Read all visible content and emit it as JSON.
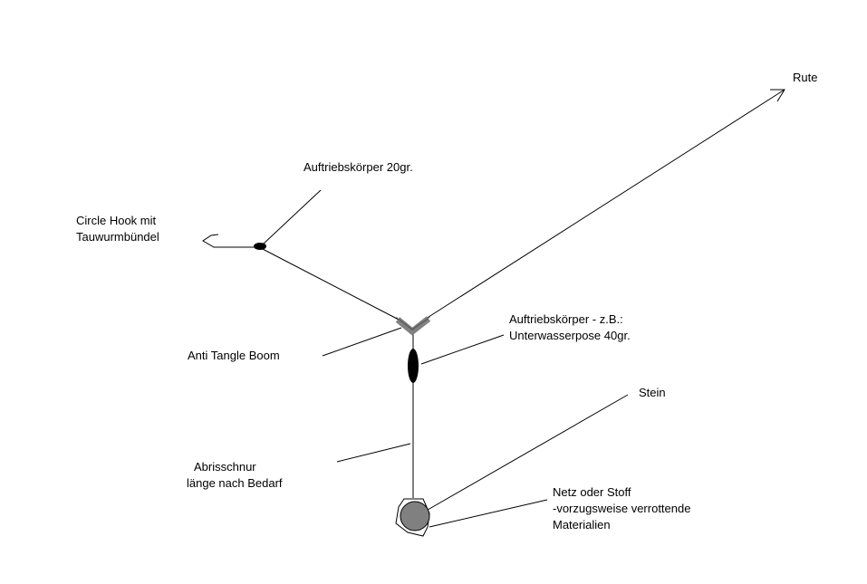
{
  "labels": {
    "rute": "Rute",
    "float_small": "Auftriebskörper 20gr.",
    "hook_line1": "Circle Hook mit",
    "hook_line2": "Tauwurmbündel",
    "float_big_line1": "Auftriebskörper - z.B.:",
    "float_big_line2": "Unterwasserpose 40gr.",
    "boom": "Anti Tangle Boom",
    "stein": "Stein",
    "abriss_line1": "Abrisschnur",
    "abriss_line2": "länge nach Bedarf",
    "netz_line1": "Netz oder Stoff",
    "netz_line2": "-vorzugsweise verrottende",
    "netz_line3": "Materialien"
  },
  "colors": {
    "boom": "#808080",
    "stone": "#808080",
    "float": "#000000"
  }
}
